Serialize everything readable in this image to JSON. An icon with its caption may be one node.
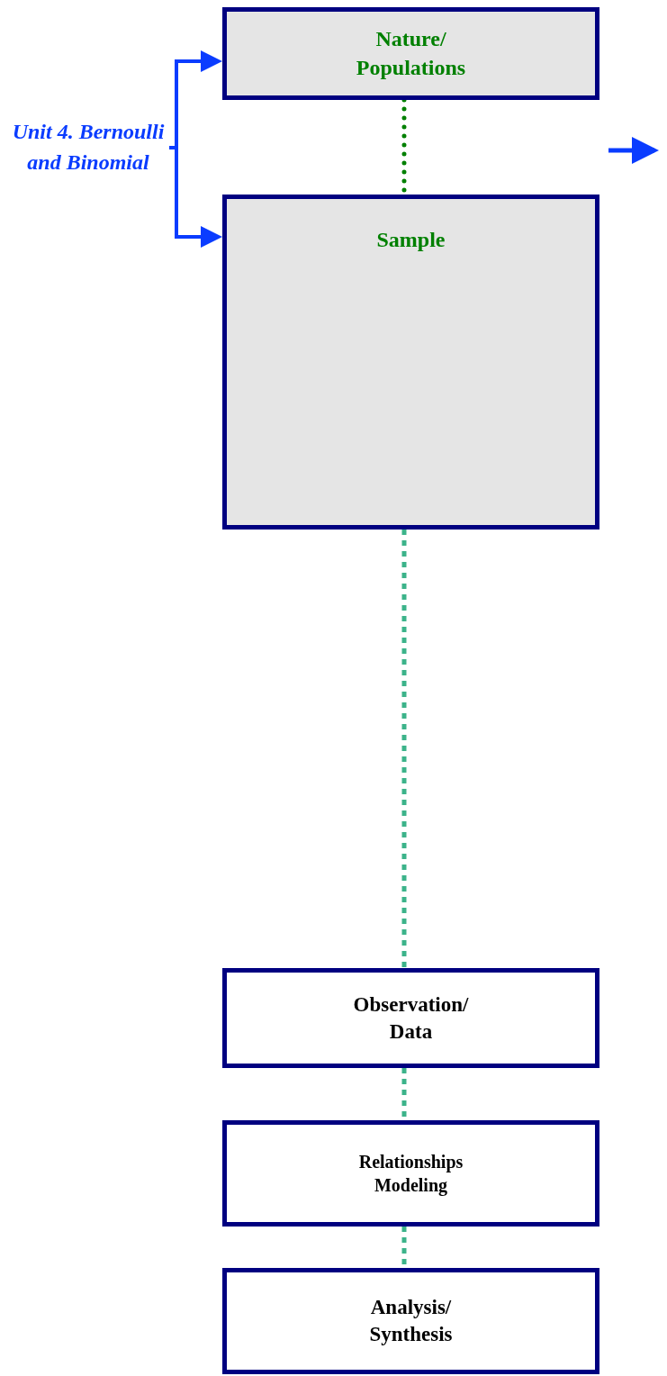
{
  "diagram": {
    "nodes": [
      {
        "text": [
          "Unit 4. Bernoulli  and Binomial"
        ]
      },
      {
        "text": [
          "Nature/ Populations"
        ]
      },
      {
        "text": [
          "Sample"
        ]
      },
      {
        "text": [
          "Observation/ Data"
        ]
      },
      {
        "text": [
          "Relationships Modeling"
        ]
      },
      {
        "text": [
          "Analysis/ Synthesis"
        ]
      }
    ],
    "edges": [
      {
        "from": 0,
        "to": 1,
        "arrow": "to",
        "color": "#0a3cff"
      },
      {
        "from": 0,
        "to": 2,
        "arrow": "to",
        "color": "#0a3cff"
      },
      {
        "from": 1,
        "to": 2,
        "arrow": "none",
        "style": "dashed",
        "color": "#008000"
      },
      {
        "from": 2,
        "to": 3,
        "arrow": "none",
        "style": "dashed"
      },
      {
        "from": 3,
        "to": 4,
        "arrow": "none",
        "style": "dashed"
      },
      {
        "from": 4,
        "to": 5,
        "arrow": "none",
        "style": "dashed"
      }
    ]
  }
}
